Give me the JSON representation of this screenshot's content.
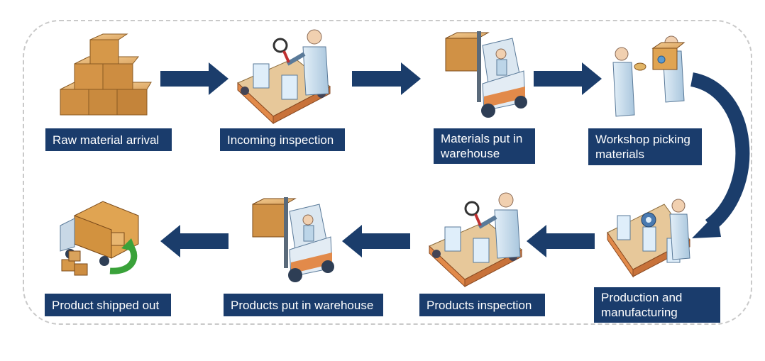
{
  "steps": [
    {
      "label": "Raw material arrival",
      "icon": "boxes-pyramid-icon"
    },
    {
      "label": "Incoming inspection",
      "icon": "conveyor-inspector-icon"
    },
    {
      "label": "Materials put in warehouse",
      "icon": "forklift-icon"
    },
    {
      "label": "Workshop picking materials",
      "icon": "workers-handoff-icon"
    },
    {
      "label": "Production and manufacturing",
      "icon": "assembly-line-icon"
    },
    {
      "label": "Products inspection",
      "icon": "conveyor-inspector-icon"
    },
    {
      "label": "Products put in warehouse",
      "icon": "forklift-icon"
    },
    {
      "label": "Product shipped out",
      "icon": "delivery-truck-icon"
    }
  ],
  "colors": {
    "label_bg": "#1a3c6c",
    "arrow": "#1b3d6b",
    "frame_border": "#c9c9c9",
    "box_wood": "#d9a35c",
    "person": "#cfe1ef",
    "belt": "#e28a4a",
    "ship_arrow": "#3aa23a"
  }
}
